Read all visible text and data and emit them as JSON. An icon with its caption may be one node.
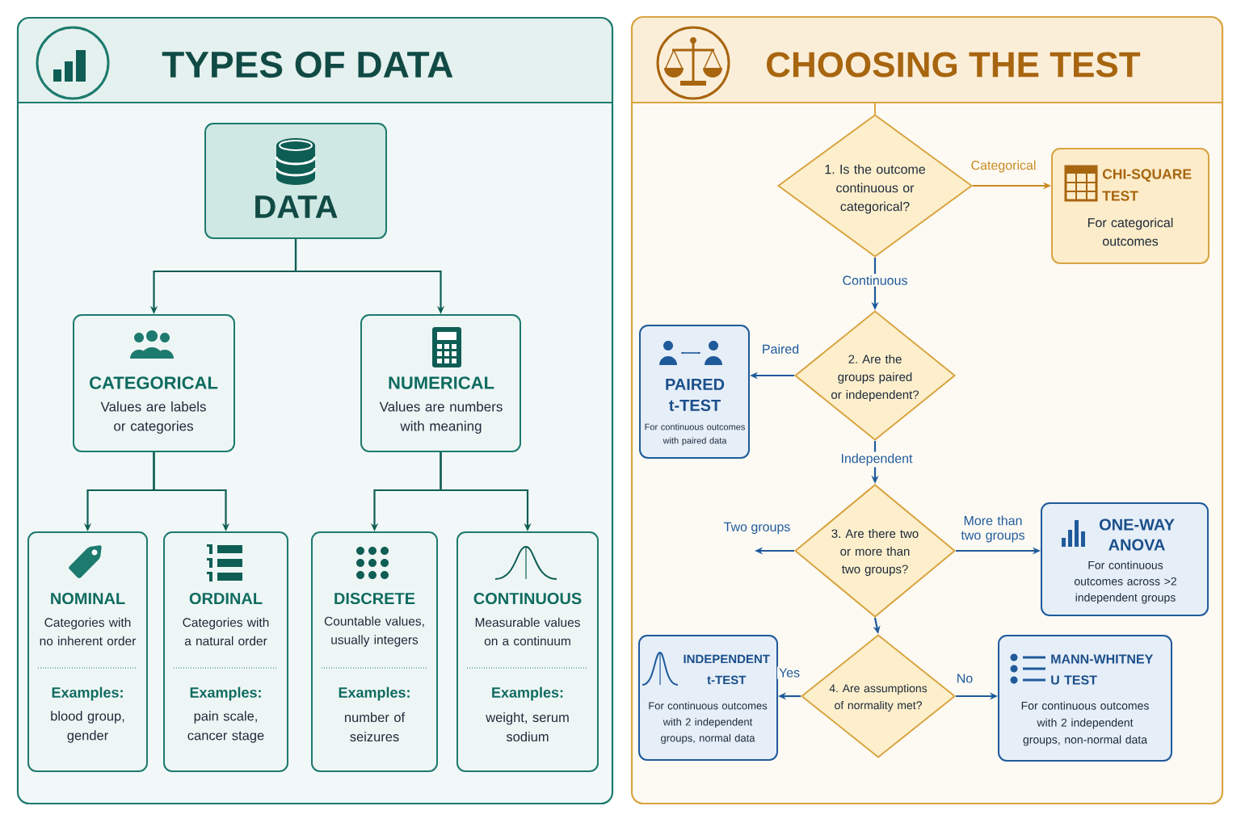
{
  "diagram": {
    "nodes": [
      {
        "text": [
          "TYPES OF DATA"
        ]
      },
      {
        "text": [
          "CHOOSING THE TEST"
        ]
      },
      {
        "text": [
          "DATA"
        ],
        "in": 0
      },
      {
        "text": [
          "CATEGORICAL",
          "Values are labels or categories"
        ],
        "in": 0
      },
      {
        "text": [
          "NUMERICAL",
          "Values are numbers with meaning"
        ],
        "in": 0
      },
      {
        "text": [
          "NOMINAL",
          "Categories with no inherent order",
          "Examples:",
          "blood group, gender"
        ],
        "in": 0
      },
      {
        "text": [
          "ORDINAL",
          "Categories with a natural order",
          "Examples:",
          "pain scale, cancer stage"
        ],
        "in": 0
      },
      {
        "text": [
          "DISCRETE",
          "Countable values, usually integers",
          "Examples:",
          "number of seizures"
        ],
        "in": 0
      },
      {
        "text": [
          "CONTINUOUS",
          "Measurable values on a continuum",
          "Examples:",
          "weight, serum sodium"
        ],
        "in": 0
      },
      {
        "text": [
          "1. Is the outcome continuous or categorical?"
        ],
        "in": 1
      },
      {
        "text": [
          "CHI-SQUARE TEST",
          "For categorical outcomes"
        ],
        "in": 1
      },
      {
        "text": [
          "PAIRED t-TEST",
          "For continuous outcomes with paired data"
        ],
        "in": 1
      },
      {
        "text": [
          "2. Are the groups paired or independent?"
        ],
        "in": 1
      },
      {
        "text": [
          "3. Are there two or more than two groups?"
        ],
        "in": 1
      },
      {
        "text": [
          "ONE-WAY ANOVA",
          "For continuous outcomes across >2 independent groups"
        ],
        "in": 1
      },
      {
        "text": [
          "INDEPENDENT t-TEST",
          "For continuous outcomes with 2 independent groups, normal data"
        ],
        "in": 1
      },
      {
        "text": [
          "4. Are assumptions of normality met?"
        ],
        "in": 1
      },
      {
        "text": [
          "MANN-WHITNEY U TEST",
          "For continuous outcomes with 2 independent groups, non-normal data"
        ],
        "in": 1
      }
    ],
    "edges": [
      {
        "from": 2,
        "to": 3,
        "arrow": "to",
        "color": "#0f5e55"
      },
      {
        "from": 2,
        "to": 4,
        "arrow": "to",
        "color": "#0f5e55"
      },
      {
        "from": 3,
        "to": 5,
        "arrow": "to",
        "color": "#0f5e55"
      },
      {
        "from": 3,
        "to": 6,
        "arrow": "to",
        "color": "#0f5e55"
      },
      {
        "from": 4,
        "to": 7,
        "arrow": "to",
        "color": "#0f5e55"
      },
      {
        "from": 4,
        "to": 8,
        "arrow": "to",
        "color": "#0f5e55"
      },
      {
        "from": 9,
        "to": 10,
        "arrow": "to",
        "label": "Categorical",
        "color": "#c8891c"
      },
      {
        "from": 9,
        "to": 12,
        "arrow": "to",
        "label": "Continuous"
      },
      {
        "from": 12,
        "to": 11,
        "arrow": "to",
        "label": "Paired"
      },
      {
        "from": 12,
        "to": 13,
        "arrow": "to",
        "label": "Independent"
      },
      {
        "from": 13,
        "to": null,
        "arrow": "to",
        "label": "Two groups"
      },
      {
        "from": 13,
        "to": 14,
        "arrow": "to",
        "label": "More than two groups"
      },
      {
        "from": 13,
        "to": 16,
        "arrow": "to"
      },
      {
        "from": 16,
        "to": 15,
        "arrow": "to",
        "label": "Yes"
      },
      {
        "from": 16,
        "to": 17,
        "arrow": "to",
        "label": "No"
      }
    ]
  }
}
